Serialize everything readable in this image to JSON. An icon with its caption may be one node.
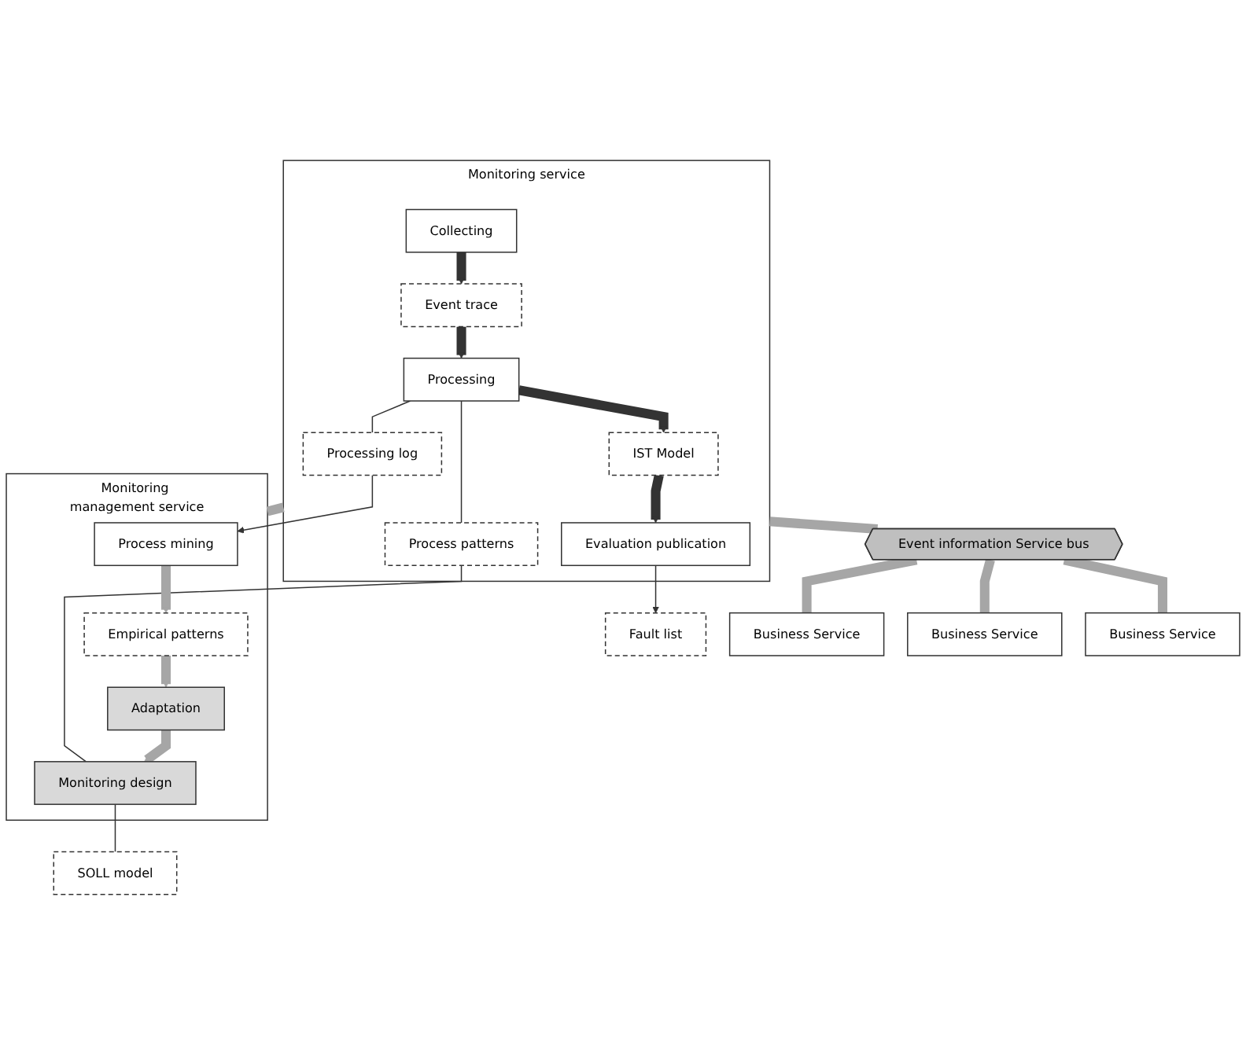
{
  "diagram": {
    "nodes": [
      {
        "text": [
          "Monitoring service"
        ]
      },
      {
        "text": [
          "IST Model"
        ],
        "in": 0
      },
      {
        "text": [
          "Evaluation publication"
        ],
        "in": 0
      },
      {
        "text": [
          "Processing log"
        ],
        "in": 0
      },
      {
        "text": [
          "Processing"
        ],
        "in": 0
      },
      {
        "text": [
          "Process patterns"
        ],
        "in": 0
      },
      {
        "text": [
          "Event trace"
        ],
        "in": 0
      },
      {
        "text": [
          "Collecting"
        ],
        "in": 0
      },
      {
        "text": [
          "Monitoring management service"
        ]
      },
      {
        "text": [
          "Process mining"
        ],
        "in": 8
      },
      {
        "text": [
          "Empirical patterns"
        ],
        "in": 8
      },
      {
        "text": [
          "Adaptation"
        ],
        "in": 8
      },
      {
        "text": [
          "Monitoring design"
        ],
        "in": 8
      },
      {
        "text": [
          "Fault list"
        ]
      },
      {
        "text": [
          "SOLL model"
        ]
      },
      {
        "text": [
          "Event information Service bus"
        ]
      },
      {
        "text": [
          "Business Service"
        ]
      },
      {
        "text": [
          "Business Service"
        ]
      },
      {
        "text": [
          "Business Service"
        ]
      }
    ],
    "edges": [
      {
        "from": 2,
        "to": 13,
        "arrow": "to"
      },
      {
        "from": 1,
        "to": 2,
        "arrow": "to"
      },
      {
        "from": 4,
        "to": 1,
        "arrow": "to"
      },
      {
        "from": 4,
        "to": 3,
        "arrow": "none"
      },
      {
        "from": 3,
        "to": 9,
        "arrow": "to"
      },
      {
        "from": 4,
        "to": 5,
        "arrow": "none"
      },
      {
        "from": 5,
        "to": 12,
        "arrow": "none"
      },
      {
        "from": 6,
        "to": 4,
        "arrow": "to"
      },
      {
        "from": 7,
        "to": 6,
        "arrow": "to"
      },
      {
        "from": 9,
        "to": 10,
        "arrow": "to",
        "color": "#a6a6a6"
      },
      {
        "from": 10,
        "to": 11,
        "arrow": "to",
        "color": "#a6a6a6"
      },
      {
        "from": 11,
        "to": 12,
        "arrow": "to",
        "color": "#a6a6a6"
      },
      {
        "from": 12,
        "to": 14,
        "arrow": "none"
      },
      {
        "from": 0,
        "to": 8,
        "arrow": "none",
        "color": "#a6a6a6"
      },
      {
        "from": 0,
        "to": 15,
        "arrow": "none",
        "color": "#a6a6a6"
      },
      {
        "from": 15,
        "to": 16,
        "arrow": "none",
        "color": "#a6a6a6"
      },
      {
        "from": 15,
        "to": 17,
        "arrow": "none",
        "color": "#a6a6a6"
      },
      {
        "from": 15,
        "to": 18,
        "arrow": "none",
        "color": "#a6a6a6"
      }
    ]
  }
}
